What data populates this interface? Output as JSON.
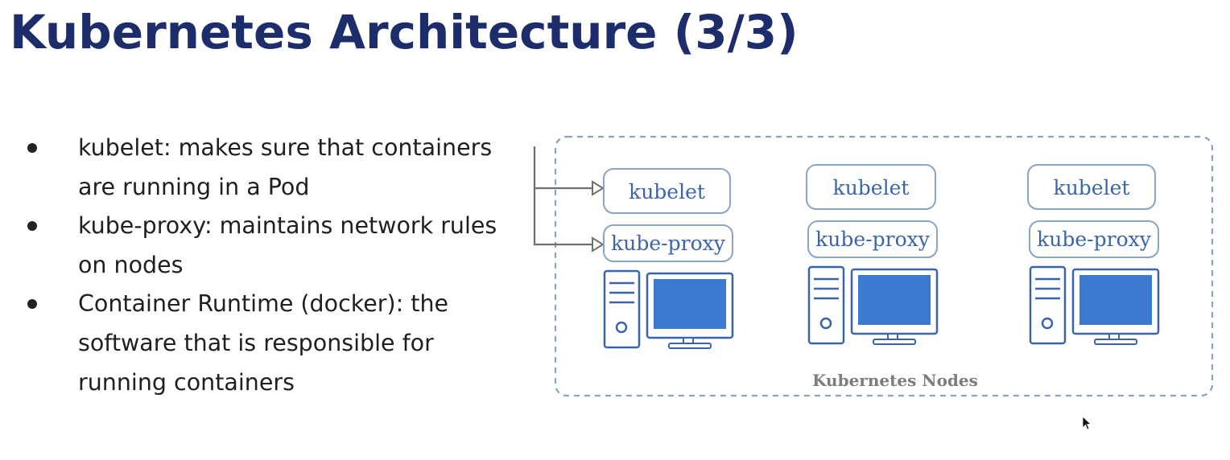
{
  "slide": {
    "title": "Kubernetes Architecture (3/3)"
  },
  "bullets": [
    {
      "text": "kubelet: makes sure that containers are running in a Pod"
    },
    {
      "text": "kube-proxy: maintains network rules on nodes"
    },
    {
      "text": "Container Runtime (docker): the software that is responsible for running containers"
    }
  ],
  "diagram": {
    "caption": "Kubernetes Nodes",
    "nodes": [
      {
        "kubelet": "kubelet",
        "kube_proxy": "kube-proxy",
        "icon": "server-monitor-icon"
      },
      {
        "kubelet": "kubelet",
        "kube_proxy": "kube-proxy",
        "icon": "server-monitor-icon"
      },
      {
        "kubelet": "kubelet",
        "kube_proxy": "kube-proxy",
        "icon": "server-monitor-icon"
      }
    ],
    "colors": {
      "border": "#8ba3c4",
      "accent": "#3a65a8",
      "screen": "#3b7ad0",
      "title": "#1d2d6b"
    }
  }
}
